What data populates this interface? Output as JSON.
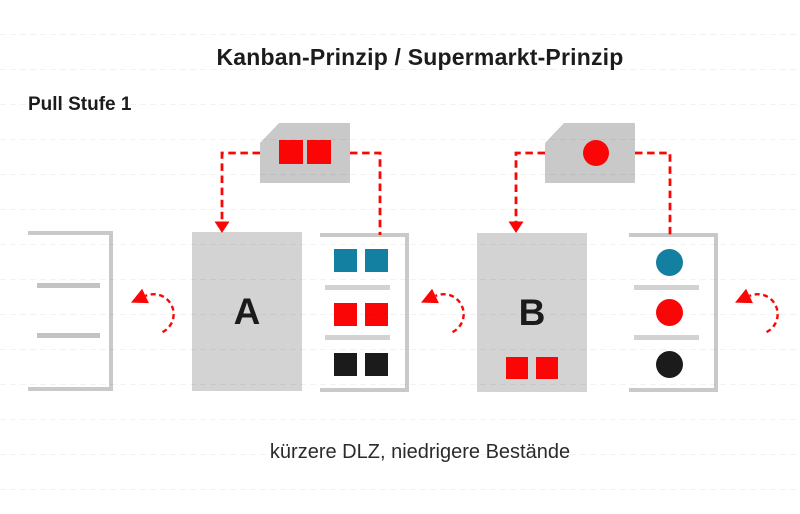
{
  "title": "Kanban-Prinzip / Supermarkt-Prinzip",
  "pull_stage_label": "Pull Stufe 1",
  "caption": "kürzere DLZ, niedrigere Bestände",
  "colors": {
    "signal_red": "#fb0606",
    "item_teal": "#137fa1",
    "item_black": "#1b1b1b",
    "process_fill": "#d3d3d3",
    "card_fill": "#c9c9c9",
    "shelf_outline": "#c9c9c9"
  },
  "kanban_cards": [
    {
      "id": "card-A",
      "items": [
        {
          "shape": "square",
          "color": "#fb0606"
        },
        {
          "shape": "square",
          "color": "#fb0606"
        }
      ]
    },
    {
      "id": "card-B",
      "items": [
        {
          "shape": "circle",
          "color": "#fb0606"
        }
      ]
    }
  ],
  "processes": [
    {
      "label": "A"
    },
    {
      "label": "B",
      "wip_items": [
        {
          "shape": "square",
          "color": "#fb0606"
        },
        {
          "shape": "square",
          "color": "#fb0606"
        }
      ]
    }
  ],
  "supermarkets": [
    {
      "id": "supermarket-A",
      "rows": [
        {
          "items": [
            {
              "shape": "square",
              "color": "#137fa1"
            },
            {
              "shape": "square",
              "color": "#137fa1"
            }
          ]
        },
        {
          "items": [
            {
              "shape": "square",
              "color": "#fb0606"
            },
            {
              "shape": "square",
              "color": "#fb0606"
            }
          ]
        },
        {
          "items": [
            {
              "shape": "square",
              "color": "#1b1b1b"
            },
            {
              "shape": "square",
              "color": "#1b1b1b"
            }
          ]
        }
      ]
    },
    {
      "id": "supermarket-B",
      "rows": [
        {
          "items": [
            {
              "shape": "circle",
              "color": "#137fa1"
            }
          ]
        },
        {
          "items": [
            {
              "shape": "circle",
              "color": "#fb0606"
            }
          ]
        },
        {
          "items": [
            {
              "shape": "circle",
              "color": "#1b1b1b"
            }
          ]
        }
      ]
    }
  ]
}
